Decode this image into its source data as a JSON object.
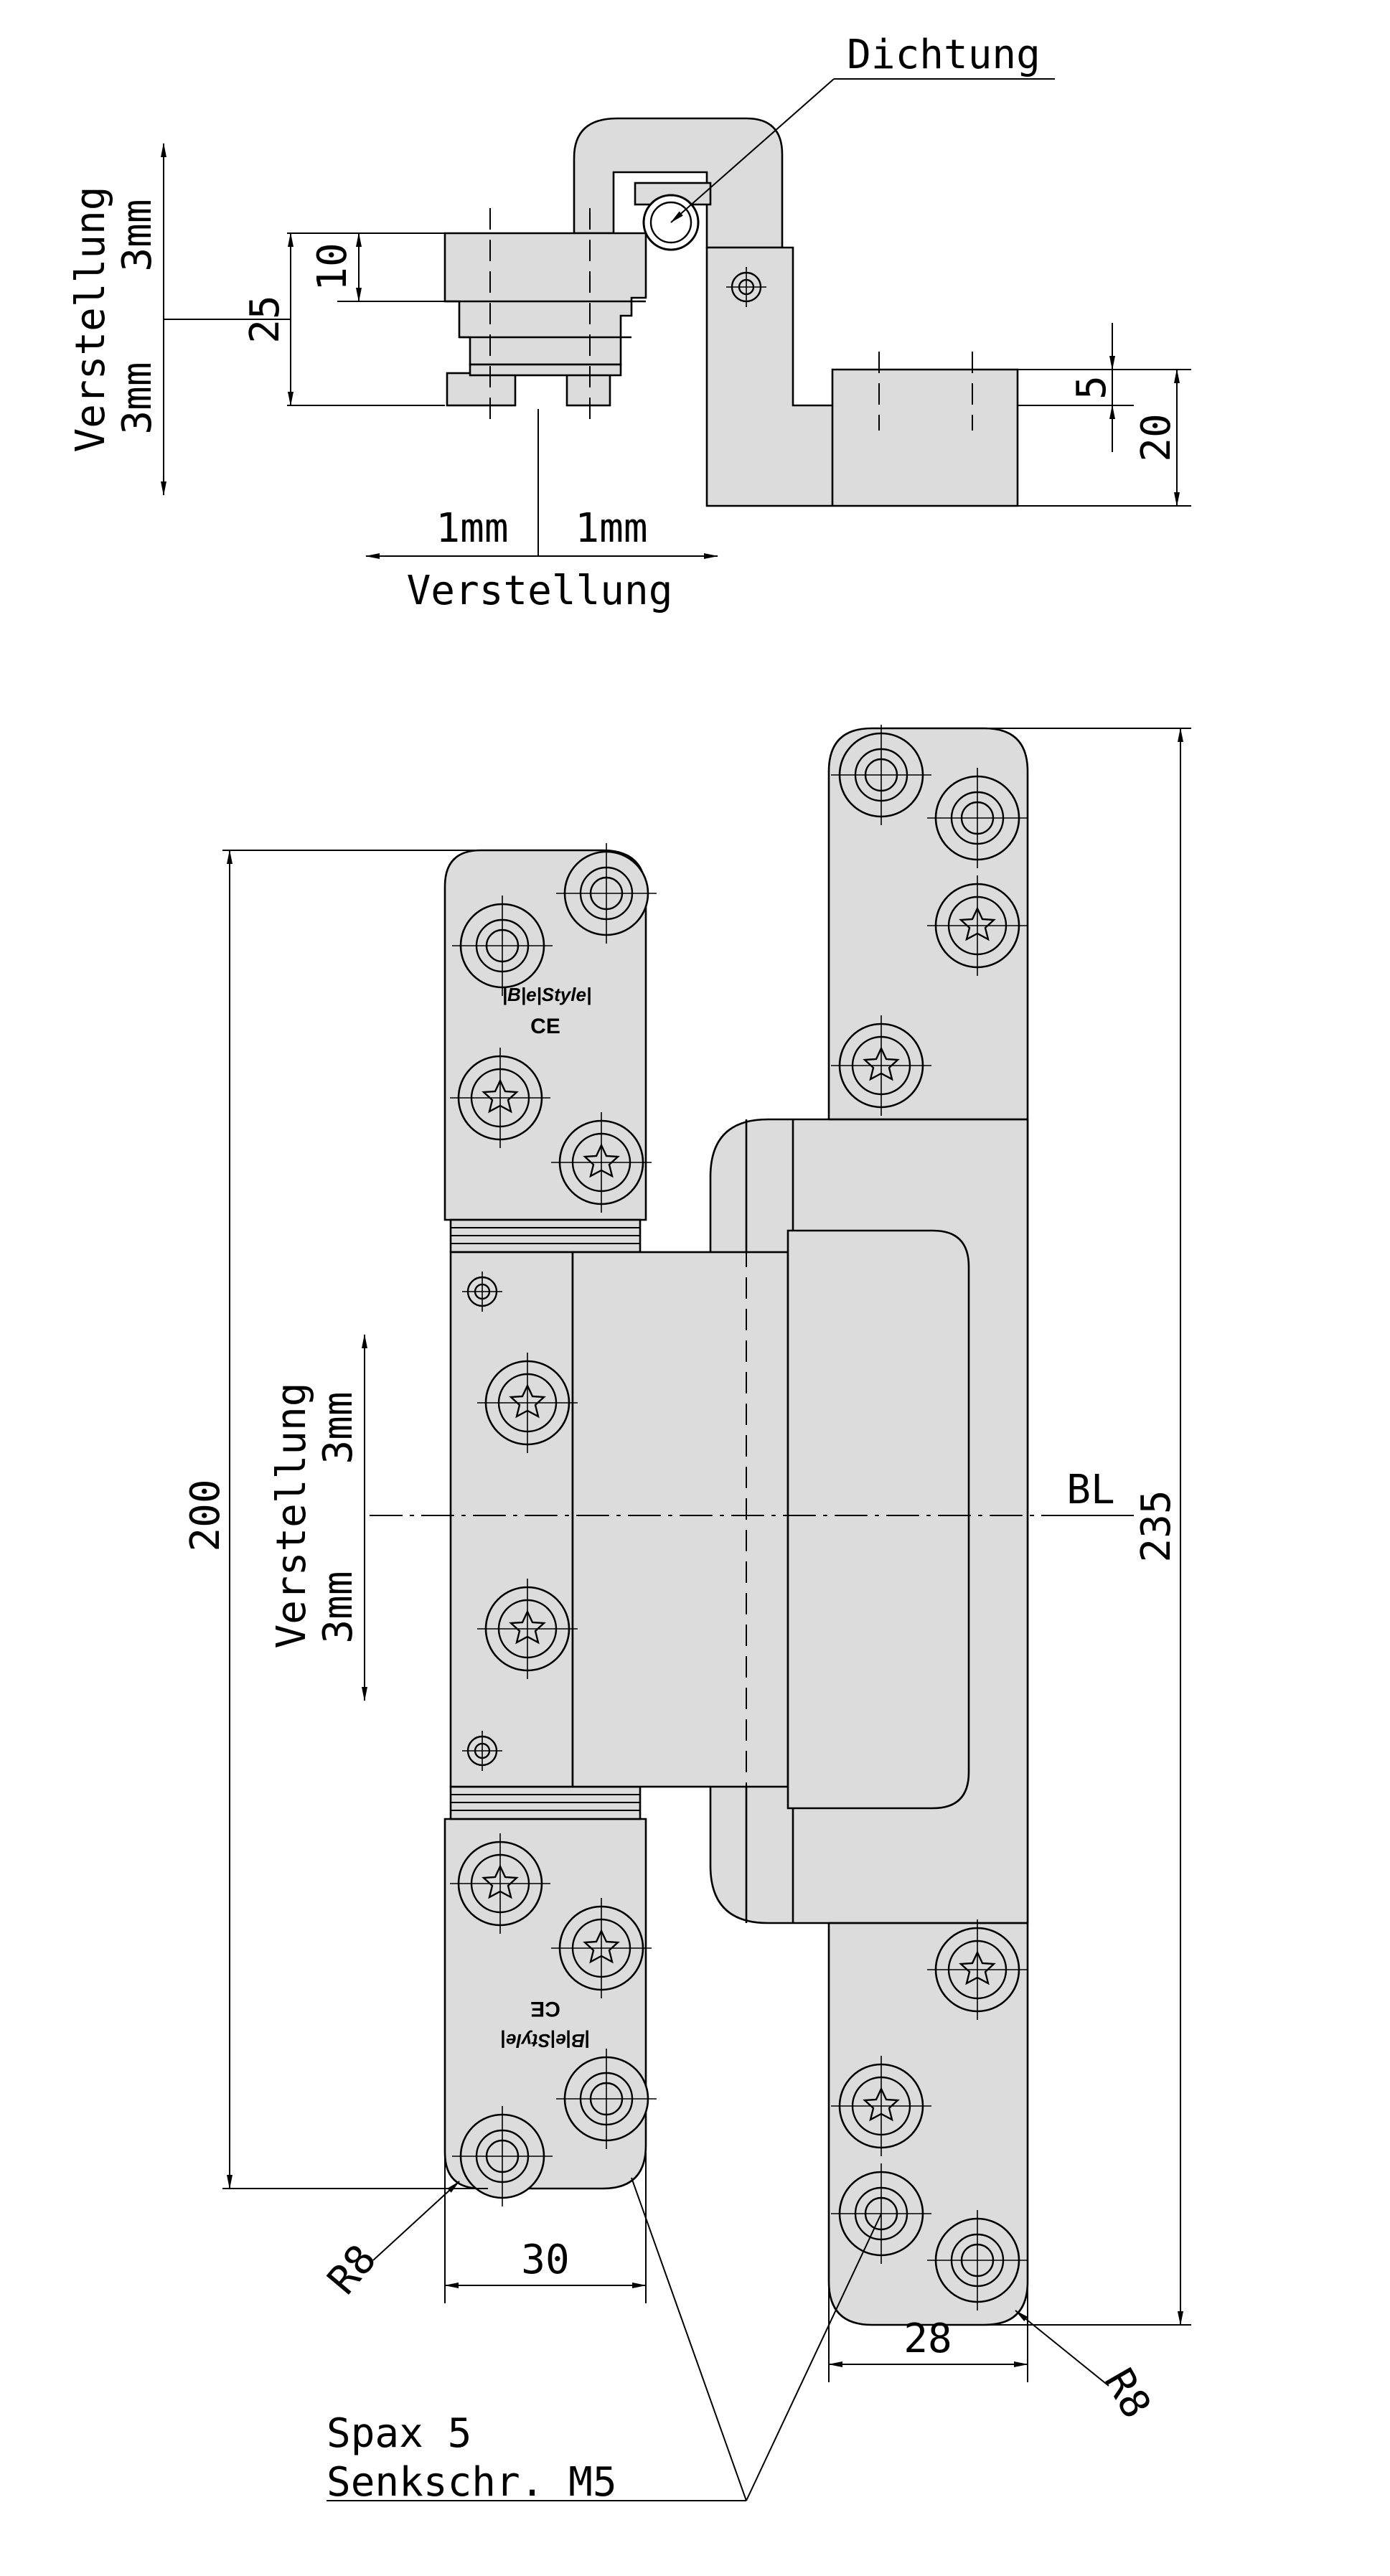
{
  "labels": {
    "seal": "Dichtung",
    "adjust": "Verstellung",
    "three_mm": "3mm",
    "one_mm": "1mm",
    "top_dim_10": "10",
    "top_dim_25": "25",
    "top_dim_5": "5",
    "top_dim_20": "20",
    "dim_200": "200",
    "dim_235": "235",
    "dim_30": "30",
    "dim_28": "28",
    "radius": "R8",
    "axis": "BL",
    "screw_1": "Spax 5",
    "screw_2": "Senkschr. M5",
    "brand": "|B|e|Style|",
    "ce": "CE"
  }
}
